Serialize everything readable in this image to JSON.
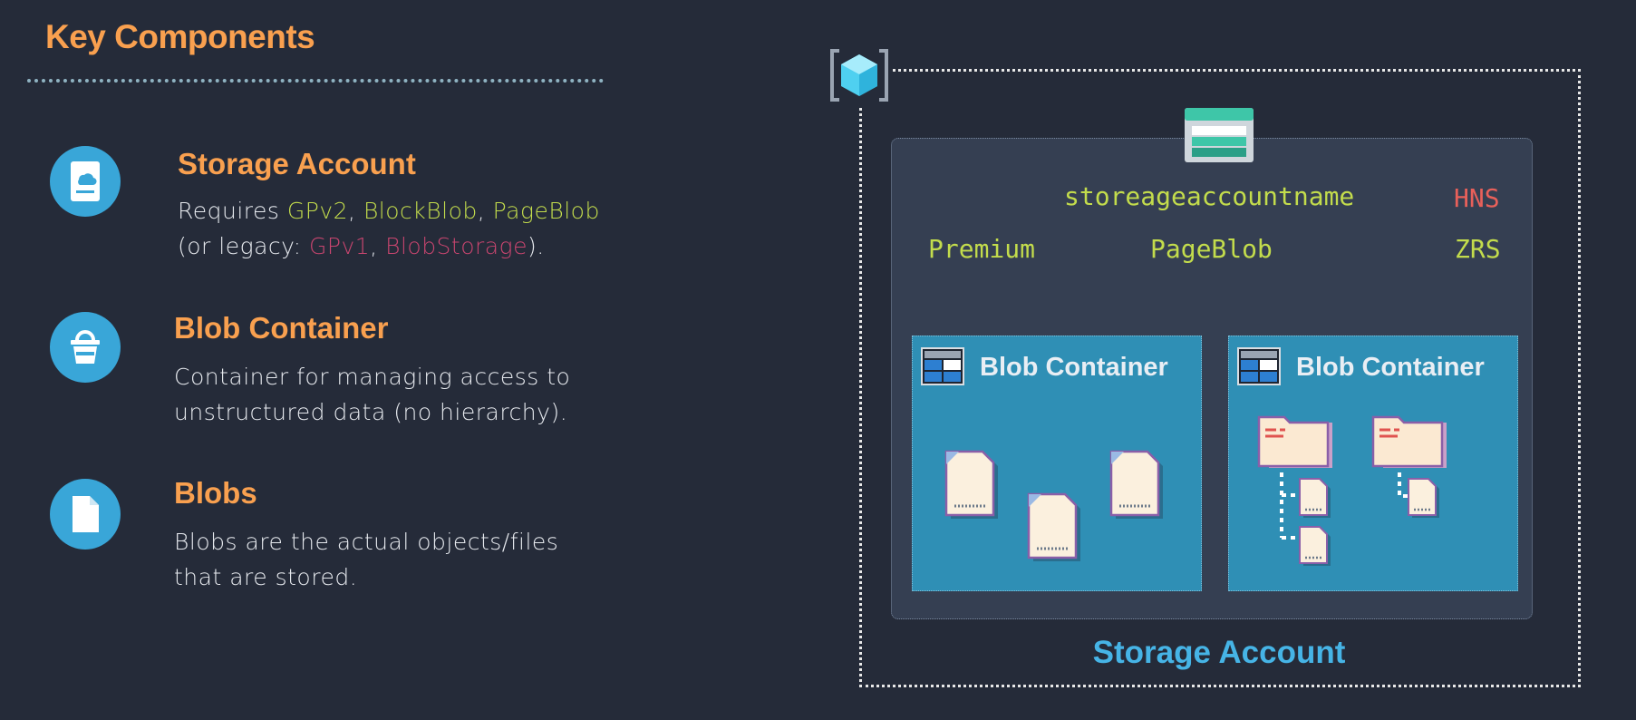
{
  "title": "Key Components",
  "items": [
    {
      "heading": "Storage Account",
      "line1": {
        "prefix": "Requires ",
        "a": "GPv2",
        "sep1": ", ",
        "b": "BlockBlob",
        "sep2": ", ",
        "c": "PageBlob"
      },
      "line2": {
        "prefix": "(or legacy: ",
        "a": "GPv1",
        "sep1": ", ",
        "b": "BlobStorage",
        "suffix": ")."
      },
      "icon": "storage-account-icon"
    },
    {
      "heading": "Blob Container",
      "line1": "Container for managing access to",
      "line2": "unstructured data (no hierarchy).",
      "icon": "bucket-icon"
    },
    {
      "heading": "Blobs",
      "line1": "Blobs are the actual objects/files",
      "line2": "that are stored.",
      "icon": "file-icon"
    }
  ],
  "diagram": {
    "account_name": "storeageaccountname",
    "hns": "HNS",
    "performance": "Premium",
    "kind": "PageBlob",
    "redundancy": "ZRS",
    "containers": [
      {
        "title": "Blob Container"
      },
      {
        "title": "Blob Container"
      }
    ],
    "label": "Storage Account"
  },
  "colors": {
    "background": "#252b39",
    "heading": "#f9a04f",
    "highlight": "#c3dc4c",
    "legacy": "#c8456f",
    "hns": "#e8605a",
    "accent": "#39a6d8"
  }
}
